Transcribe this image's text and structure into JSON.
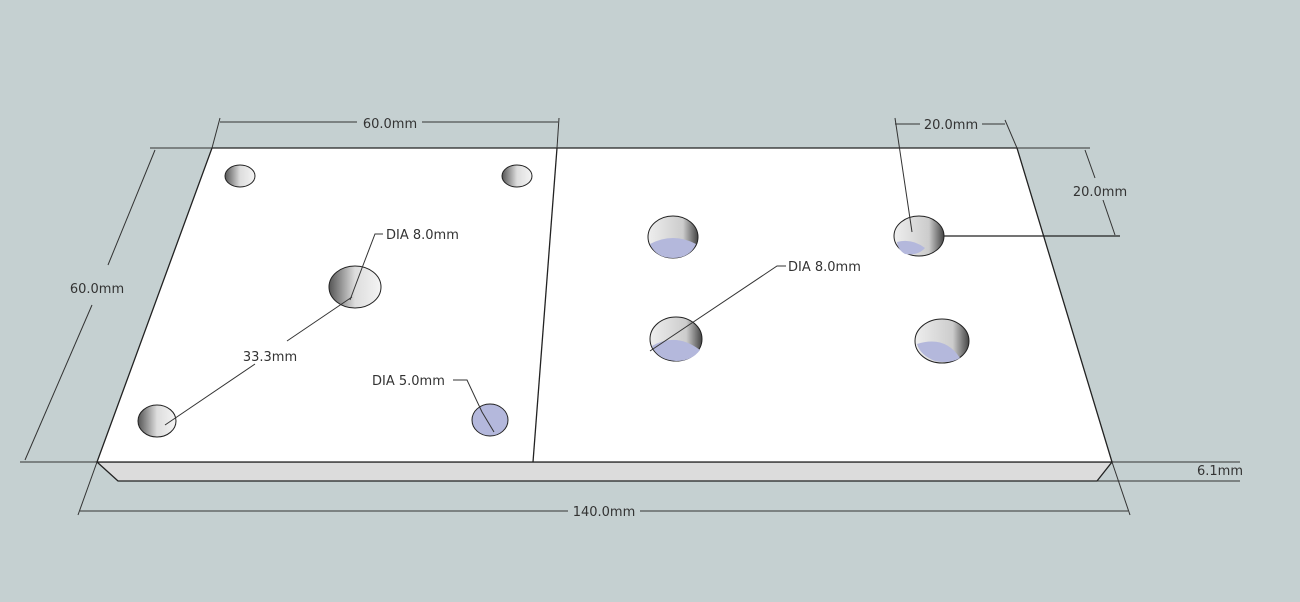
{
  "colors": {
    "background": "#c5d0d1",
    "plate_top": "#ffffff",
    "plate_side": "#dcdcdc",
    "hole_bottom": "#b4b8dc"
  },
  "dimensions": {
    "top_width": "60.0mm",
    "left_depth": "60.0mm",
    "total_length": "140.0mm",
    "right_offset_x": "20.0mm",
    "right_offset_y": "20.0mm",
    "thickness": "6.1mm",
    "hole_spacing": "33.3mm"
  },
  "labels": {
    "dia_left": "DIA 8.0mm",
    "dia_small": "DIA 5.0mm",
    "dia_right": "DIA 8.0mm"
  }
}
